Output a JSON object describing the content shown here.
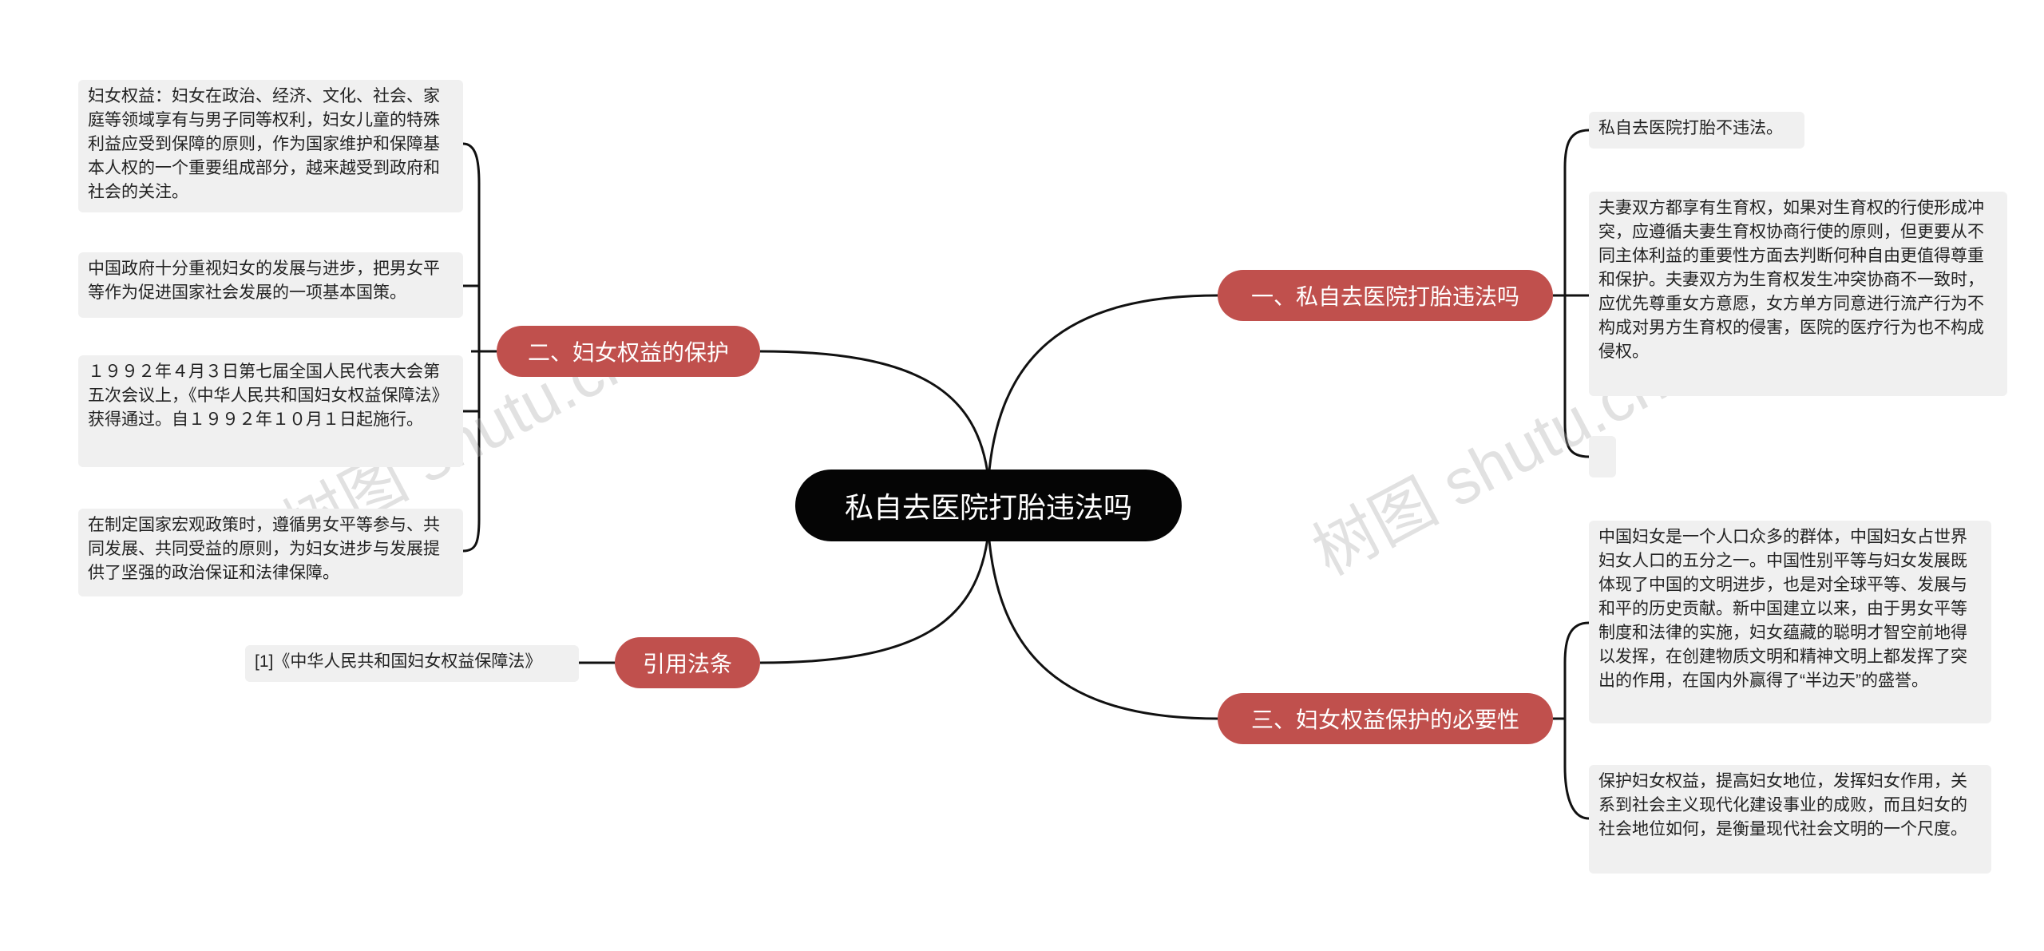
{
  "root": {
    "label": "私自去医院打胎违法吗"
  },
  "branches": {
    "b1": {
      "label": "一、私自去医院打胎违法吗",
      "leaves": [
        "私自去医院打胎不违法。",
        "夫妻双方都享有生育权，如果对生育权的行使形成冲突，应遵循夫妻生育权协商行使的原则，但更要从不同主体利益的重要性方面去判断何种自由更值得尊重和保护。夫妻双方为生育权发生冲突协商不一致时，应优先尊重女方意愿，女方单方同意进行流产行为不构成对男方生育权的侵害，医院的医疗行为也不构成侵权。",
        ""
      ]
    },
    "b2": {
      "label": "二、妇女权益的保护",
      "leaves": [
        "妇女权益：妇女在政治、经济、文化、社会、家庭等领域享有与男子同等权利，妇女儿童的特殊利益应受到保障的原则，作为国家维护和保障基本人权的一个重要组成部分，越来越受到政府和社会的关注。",
        "中国政府十分重视妇女的发展与进步，把男女平等作为促进国家社会发展的一项基本国策。",
        "１９９２年４月３日第七届全国人民代表大会第五次会议上，《中华人民共和国妇女权益保障法》获得通过。自１９９２年１０月１日起施行。",
        "在制定国家宏观政策时，遵循男女平等参与、共同发展、共同受益的原则，为妇女进步与发展提供了坚强的政治保证和法律保障。"
      ]
    },
    "b3": {
      "label": "三、妇女权益保护的必要性",
      "leaves": [
        "中国妇女是一个人口众多的群体，中国妇女占世界妇女人口的五分之一。中国性别平等与妇女发展既体现了中国的文明进步，也是对全球平等、发展与和平的历史贡献。新中国建立以来，由于男女平等制度和法律的实施，妇女蕴藏的聪明才智空前地得以发挥，在创建物质文明和精神文明上都发挥了突出的作用，在国内外赢得了“半边天”的盛誉。",
        "保护妇女权益，提高妇女地位，发挥妇女作用，关系到社会主义现代化建设事业的成败，而且妇女的社会地位如何，是衡量现代社会文明的一个尺度。"
      ]
    },
    "b4": {
      "label": "引用法条",
      "leaves": [
        "[1]《中华人民共和国妇女权益保障法》"
      ]
    }
  },
  "watermarks": [
    "树图 shutu.cn",
    "树图 shutu.cn"
  ],
  "colors": {
    "root_bg": "#050505",
    "branch_bg": "#c0504d",
    "leaf_bg": "#f0f0f0",
    "line": "#111111"
  }
}
